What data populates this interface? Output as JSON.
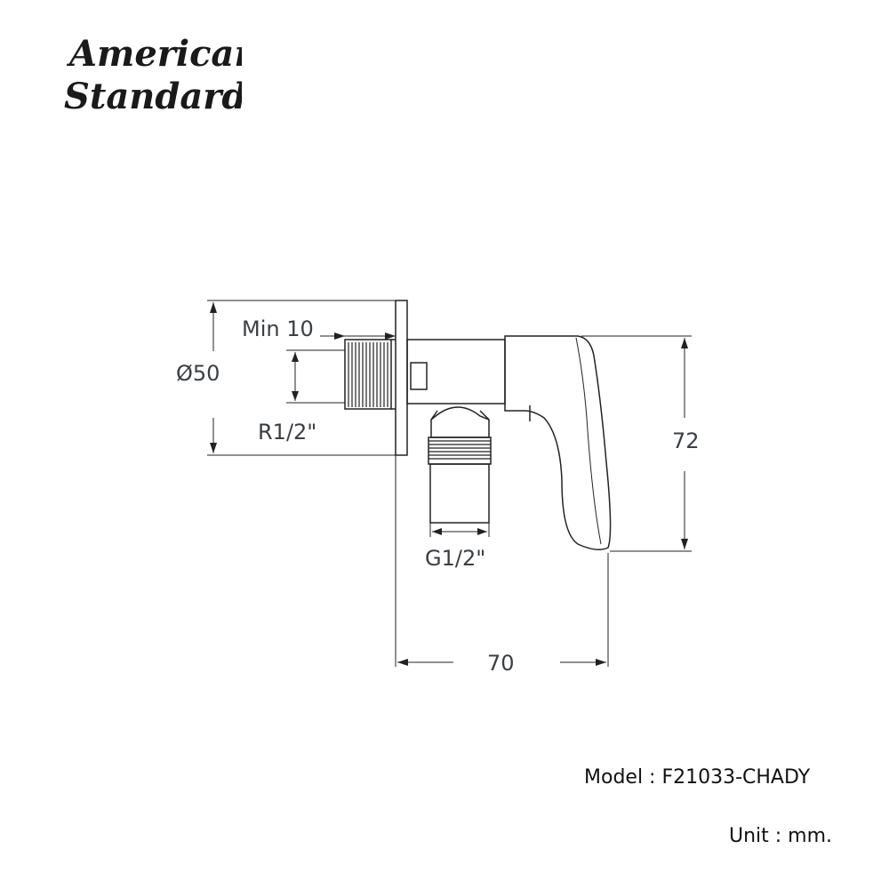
{
  "brand": {
    "line1": "American",
    "line2": "Standard"
  },
  "dimensions": {
    "min_depth": "Min 10",
    "flange_diameter": "Ø50",
    "inlet_thread": "R1/2\"",
    "outlet_thread": "G1/2\"",
    "height": "72",
    "width": "70"
  },
  "footer": {
    "model": "Model : F21033-CHADY",
    "unit": "Unit : mm."
  }
}
